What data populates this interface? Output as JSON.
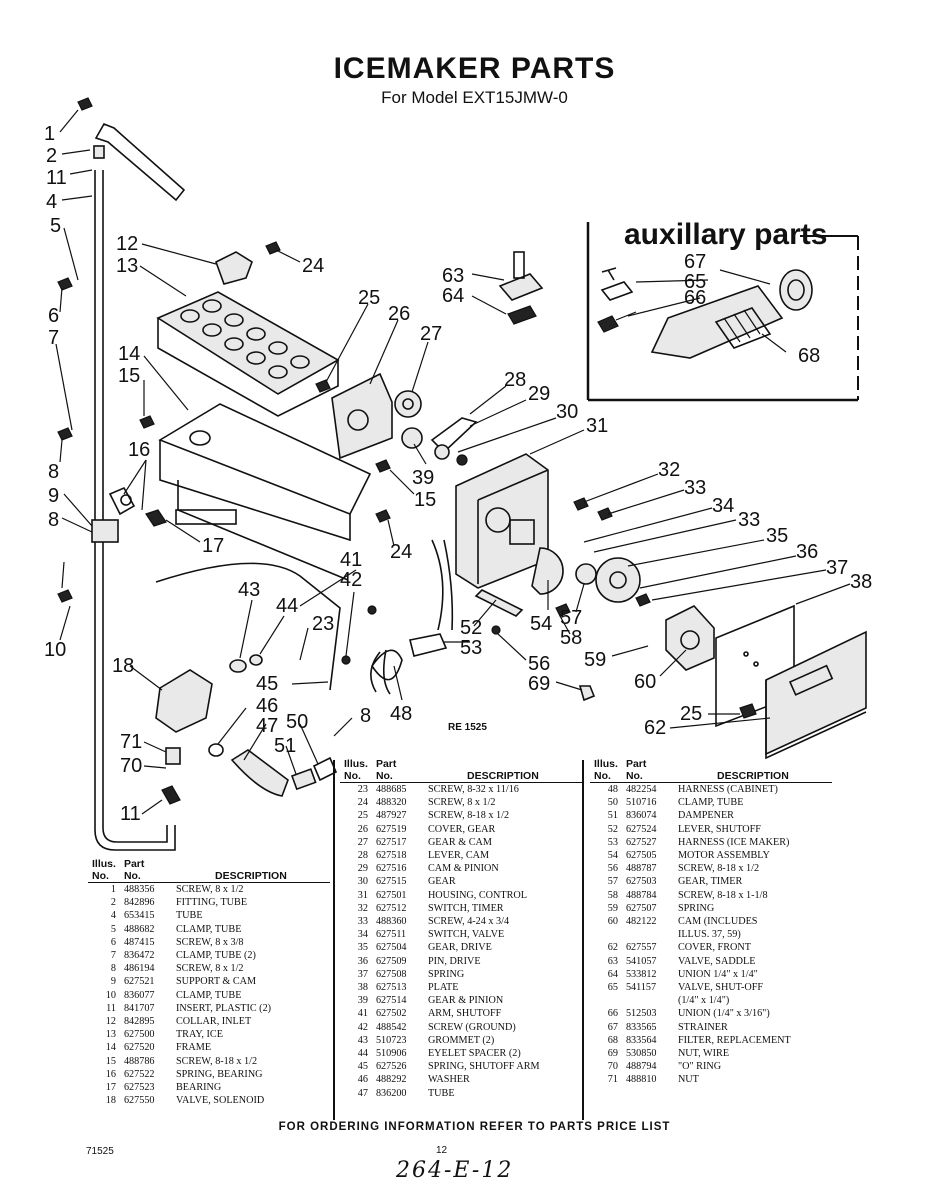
{
  "header": {
    "title": "ICEMAKER PARTS",
    "subtitle": "For Model EXT15JMW-0"
  },
  "auxiliary_title": "auxillary parts",
  "figure_code": "RE 1525",
  "callouts": [
    {
      "id": "c1",
      "text": "1"
    },
    {
      "id": "c2",
      "text": "2"
    },
    {
      "id": "c11a",
      "text": "11"
    },
    {
      "id": "c4",
      "text": "4"
    },
    {
      "id": "c5",
      "text": "5"
    },
    {
      "id": "c6",
      "text": "6"
    },
    {
      "id": "c7",
      "text": "7"
    },
    {
      "id": "c8a",
      "text": "8"
    },
    {
      "id": "c9",
      "text": "9"
    },
    {
      "id": "c8b",
      "text": "8"
    },
    {
      "id": "c10",
      "text": "10"
    },
    {
      "id": "c12",
      "text": "12"
    },
    {
      "id": "c13",
      "text": "13"
    },
    {
      "id": "c24a",
      "text": "24"
    },
    {
      "id": "c14",
      "text": "14"
    },
    {
      "id": "c15a",
      "text": "15"
    },
    {
      "id": "c16",
      "text": "16"
    },
    {
      "id": "c17",
      "text": "17"
    },
    {
      "id": "c25a",
      "text": "25"
    },
    {
      "id": "c26",
      "text": "26"
    },
    {
      "id": "c27",
      "text": "27"
    },
    {
      "id": "c28",
      "text": "28"
    },
    {
      "id": "c29",
      "text": "29"
    },
    {
      "id": "c30",
      "text": "30"
    },
    {
      "id": "c31",
      "text": "31"
    },
    {
      "id": "c39",
      "text": "39"
    },
    {
      "id": "c15b",
      "text": "15"
    },
    {
      "id": "c24b",
      "text": "24"
    },
    {
      "id": "c63",
      "text": "63"
    },
    {
      "id": "c64",
      "text": "64"
    },
    {
      "id": "c67",
      "text": "67"
    },
    {
      "id": "c65",
      "text": "65"
    },
    {
      "id": "c66",
      "text": "66"
    },
    {
      "id": "c68",
      "text": "68"
    },
    {
      "id": "c32",
      "text": "32"
    },
    {
      "id": "c33a",
      "text": "33"
    },
    {
      "id": "c34",
      "text": "34"
    },
    {
      "id": "c33b",
      "text": "33"
    },
    {
      "id": "c35",
      "text": "35"
    },
    {
      "id": "c36",
      "text": "36"
    },
    {
      "id": "c37",
      "text": "37"
    },
    {
      "id": "c38",
      "text": "38"
    },
    {
      "id": "c41",
      "text": "41"
    },
    {
      "id": "c42",
      "text": "42"
    },
    {
      "id": "c43",
      "text": "43"
    },
    {
      "id": "c44",
      "text": "44"
    },
    {
      "id": "c23",
      "text": "23"
    },
    {
      "id": "c18",
      "text": "18"
    },
    {
      "id": "c45",
      "text": "45"
    },
    {
      "id": "c46",
      "text": "46"
    },
    {
      "id": "c47",
      "text": "47"
    },
    {
      "id": "c50",
      "text": "50"
    },
    {
      "id": "c8c",
      "text": "8"
    },
    {
      "id": "c48",
      "text": "48"
    },
    {
      "id": "c52",
      "text": "52"
    },
    {
      "id": "c53",
      "text": "53"
    },
    {
      "id": "c54",
      "text": "54"
    },
    {
      "id": "c57",
      "text": "57"
    },
    {
      "id": "c58",
      "text": "58"
    },
    {
      "id": "c59",
      "text": "59"
    },
    {
      "id": "c56",
      "text": "56"
    },
    {
      "id": "c69",
      "text": "69"
    },
    {
      "id": "c60",
      "text": "60"
    },
    {
      "id": "c25b",
      "text": "25"
    },
    {
      "id": "c62",
      "text": "62"
    },
    {
      "id": "c71",
      "text": "71"
    },
    {
      "id": "c70",
      "text": "70"
    },
    {
      "id": "c51",
      "text": "51"
    },
    {
      "id": "c11b",
      "text": "11"
    }
  ],
  "table_headers": {
    "illus": "Illus.",
    "part": "Part",
    "no1": "No.",
    "no2": "No.",
    "description": "DESCRIPTION"
  },
  "parts_left": [
    {
      "n": "1",
      "p": "488356",
      "d": "SCREW, 8 x 1/2"
    },
    {
      "n": "2",
      "p": "842896",
      "d": "FITTING, TUBE"
    },
    {
      "n": "4",
      "p": "653415",
      "d": "TUBE"
    },
    {
      "n": "5",
      "p": "488682",
      "d": "CLAMP, TUBE"
    },
    {
      "n": "6",
      "p": "487415",
      "d": "SCREW, 8 x 3/8"
    },
    {
      "n": "7",
      "p": "836472",
      "d": "CLAMP, TUBE (2)"
    },
    {
      "n": "8",
      "p": "486194",
      "d": "SCREW, 8 x 1/2"
    },
    {
      "n": "9",
      "p": "627521",
      "d": "SUPPORT & CAM"
    },
    {
      "n": "10",
      "p": "836077",
      "d": "CLAMP, TUBE"
    },
    {
      "n": "11",
      "p": "841707",
      "d": "INSERT, PLASTIC (2)"
    },
    {
      "n": "12",
      "p": "842895",
      "d": "COLLAR, INLET"
    },
    {
      "n": "13",
      "p": "627500",
      "d": "TRAY, ICE"
    },
    {
      "n": "14",
      "p": "627520",
      "d": "FRAME"
    },
    {
      "n": "15",
      "p": "488786",
      "d": "SCREW, 8-18 x 1/2"
    },
    {
      "n": "16",
      "p": "627522",
      "d": "SPRING, BEARING"
    },
    {
      "n": "17",
      "p": "627523",
      "d": "BEARING"
    },
    {
      "n": "18",
      "p": "627550",
      "d": "VALVE, SOLENOID"
    }
  ],
  "parts_middle": [
    {
      "n": "23",
      "p": "488685",
      "d": "SCREW, 8-32 x 11/16"
    },
    {
      "n": "24",
      "p": "488320",
      "d": "SCREW, 8 x 1/2"
    },
    {
      "n": "25",
      "p": "487927",
      "d": "SCREW, 8-18 x 1/2"
    },
    {
      "n": "26",
      "p": "627519",
      "d": "COVER, GEAR"
    },
    {
      "n": "27",
      "p": "627517",
      "d": "GEAR & CAM"
    },
    {
      "n": "28",
      "p": "627518",
      "d": "LEVER, CAM"
    },
    {
      "n": "29",
      "p": "627516",
      "d": "CAM & PINION"
    },
    {
      "n": "30",
      "p": "627515",
      "d": "GEAR"
    },
    {
      "n": "31",
      "p": "627501",
      "d": "HOUSING, CONTROL"
    },
    {
      "n": "32",
      "p": "627512",
      "d": "SWITCH, TIMER"
    },
    {
      "n": "33",
      "p": "488360",
      "d": "SCREW, 4-24 x 3/4"
    },
    {
      "n": "34",
      "p": "627511",
      "d": "SWITCH, VALVE"
    },
    {
      "n": "35",
      "p": "627504",
      "d": "GEAR, DRIVE"
    },
    {
      "n": "36",
      "p": "627509",
      "d": "PIN, DRIVE"
    },
    {
      "n": "37",
      "p": "627508",
      "d": "SPRING"
    },
    {
      "n": "38",
      "p": "627513",
      "d": "PLATE"
    },
    {
      "n": "39",
      "p": "627514",
      "d": "GEAR & PINION"
    },
    {
      "n": "41",
      "p": "627502",
      "d": "ARM, SHUTOFF"
    },
    {
      "n": "42",
      "p": "488542",
      "d": "SCREW (GROUND)"
    },
    {
      "n": "43",
      "p": "510723",
      "d": "GROMMET (2)"
    },
    {
      "n": "44",
      "p": "510906",
      "d": "EYELET SPACER (2)"
    },
    {
      "n": "45",
      "p": "627526",
      "d": "SPRING, SHUTOFF ARM"
    },
    {
      "n": "46",
      "p": "488292",
      "d": "WASHER"
    },
    {
      "n": "47",
      "p": "836200",
      "d": "TUBE"
    }
  ],
  "parts_right": [
    {
      "n": "48",
      "p": "482254",
      "d": "HARNESS (CABINET)"
    },
    {
      "n": "50",
      "p": "510716",
      "d": "CLAMP, TUBE"
    },
    {
      "n": "51",
      "p": "836074",
      "d": "DAMPENER"
    },
    {
      "n": "52",
      "p": "627524",
      "d": "LEVER, SHUTOFF"
    },
    {
      "n": "53",
      "p": "627527",
      "d": "HARNESS (ICE MAKER)"
    },
    {
      "n": "54",
      "p": "627505",
      "d": "MOTOR ASSEMBLY"
    },
    {
      "n": "56",
      "p": "488787",
      "d": "SCREW, 8-18 x 1/2"
    },
    {
      "n": "57",
      "p": "627503",
      "d": "GEAR, TIMER"
    },
    {
      "n": "58",
      "p": "488784",
      "d": "SCREW, 8-18 x 1-1/8"
    },
    {
      "n": "59",
      "p": "627507",
      "d": "SPRING"
    },
    {
      "n": "60",
      "p": "482122",
      "d": "CAM (INCLUDES"
    },
    {
      "n": "",
      "p": "",
      "d": "ILLUS. 37, 59)"
    },
    {
      "n": "62",
      "p": "627557",
      "d": "COVER, FRONT"
    },
    {
      "n": "63",
      "p": "541057",
      "d": "VALVE, SADDLE"
    },
    {
      "n": "64",
      "p": "533812",
      "d": "UNION 1/4\" x 1/4\""
    },
    {
      "n": "65",
      "p": "541157",
      "d": "VALVE, SHUT-OFF"
    },
    {
      "n": "",
      "p": "",
      "d": "(1/4\" x 1/4\")"
    },
    {
      "n": "66",
      "p": "512503",
      "d": "UNION (1/4\" x 3/16\")"
    },
    {
      "n": "67",
      "p": "833565",
      "d": "STRAINER"
    },
    {
      "n": "68",
      "p": "833564",
      "d": "FILTER, REPLACEMENT"
    },
    {
      "n": "69",
      "p": "530850",
      "d": "NUT, WIRE"
    },
    {
      "n": "70",
      "p": "488794",
      "d": "\"O\" RING"
    },
    {
      "n": "71",
      "p": "488810",
      "d": "NUT"
    }
  ],
  "footer": {
    "ordering_note": "FOR ORDERING INFORMATION REFER TO PARTS PRICE LIST",
    "code_left": "71525",
    "page_number": "12",
    "handwritten": "264-E-12"
  }
}
